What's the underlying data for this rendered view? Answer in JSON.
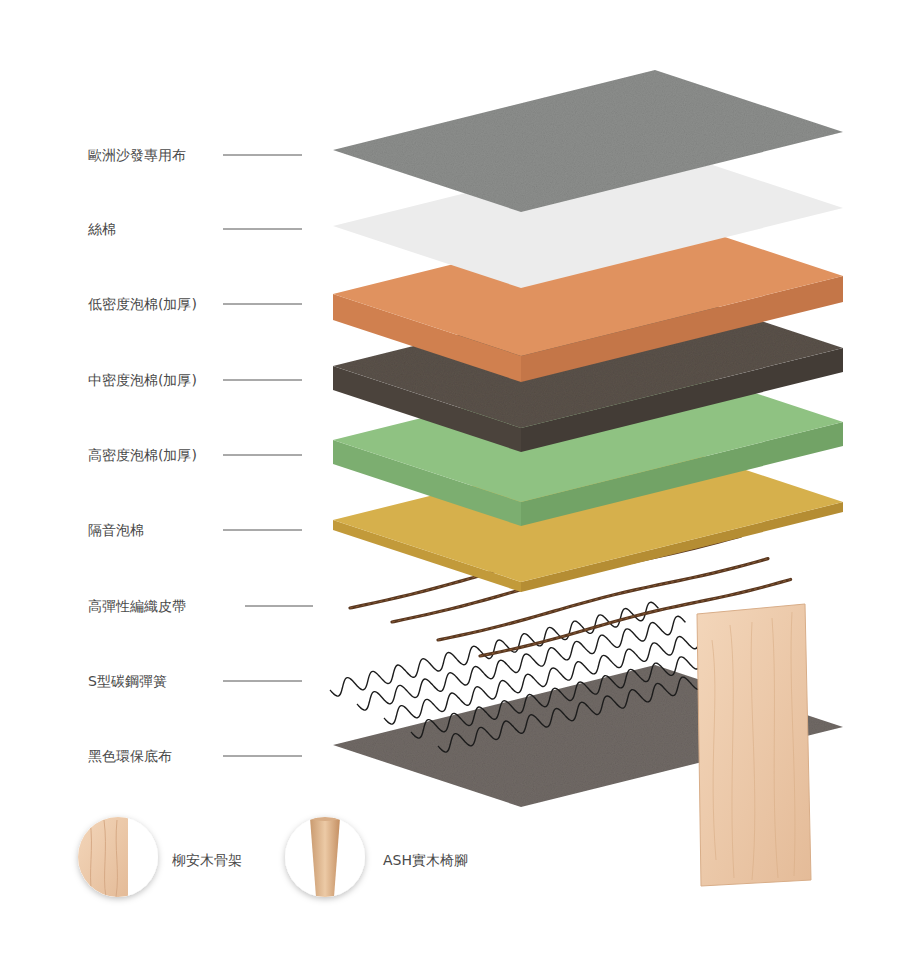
{
  "diagram": {
    "labels": [
      "歐洲沙發專用布",
      "絲棉",
      "低密度泡棉(加厚)",
      "中密度泡棉(加厚)",
      "高密度泡棉(加厚)",
      "隔音泡棉",
      "高彈性編織皮帶",
      "S型碳鋼彈簧",
      "黑色環保底布",
      "柳安木骨架",
      "ASH實木椅腳"
    ]
  }
}
